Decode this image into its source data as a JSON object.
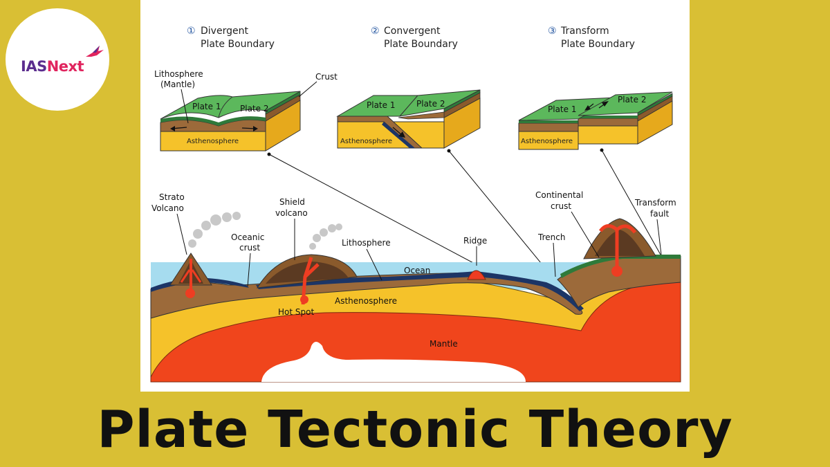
{
  "brand": {
    "logo_ias": "IAS",
    "logo_next": "Next"
  },
  "page_title": "Plate Tectonic Theory",
  "diagram": {
    "panels": [
      {
        "num": "①",
        "line1": "Divergent",
        "line2": "Plate Boundary"
      },
      {
        "num": "②",
        "line1": "Convergent",
        "line2": "Plate Boundary"
      },
      {
        "num": "③",
        "line1": "Transform",
        "line2": "Plate Boundary"
      }
    ],
    "block_labels": {
      "plate1": "Plate 1",
      "plate2": "Plate 2",
      "asthenosphere": "Asthenosphere",
      "lithosphere_mantle_1": "Lithosphere",
      "lithosphere_mantle_2": "(Mantle)",
      "crust": "Crust"
    },
    "cross_section_labels": {
      "strato_1": "Strato",
      "strato_2": "Volcano",
      "oceanic_1": "Oceanic",
      "oceanic_2": "crust",
      "shield_1": "Shield",
      "shield_2": "volcano",
      "lithosphere": "Lithosphere",
      "ridge": "Ridge",
      "ocean": "Ocean",
      "trench": "Trench",
      "continental_1": "Continental",
      "continental_2": "crust",
      "transform_1": "Transform",
      "transform_2": "fault",
      "hot_spot": "Hot Spot",
      "asthenosphere": "Asthenosphere",
      "mantle": "Mantle"
    },
    "colors": {
      "background": "#d9bf34",
      "panel": "#ffffff",
      "plate_green": "#5cb85c",
      "crust_dark_green": "#2f7a3a",
      "lithosphere_brown": "#9c6a3a",
      "asthenosphere_yellow": "#f5c22a",
      "mantle_red": "#f0451c",
      "ocean_blue": "#a6dcef",
      "oceanic_crust_navy": "#1c3566",
      "magma_red": "#ee3d22"
    }
  }
}
